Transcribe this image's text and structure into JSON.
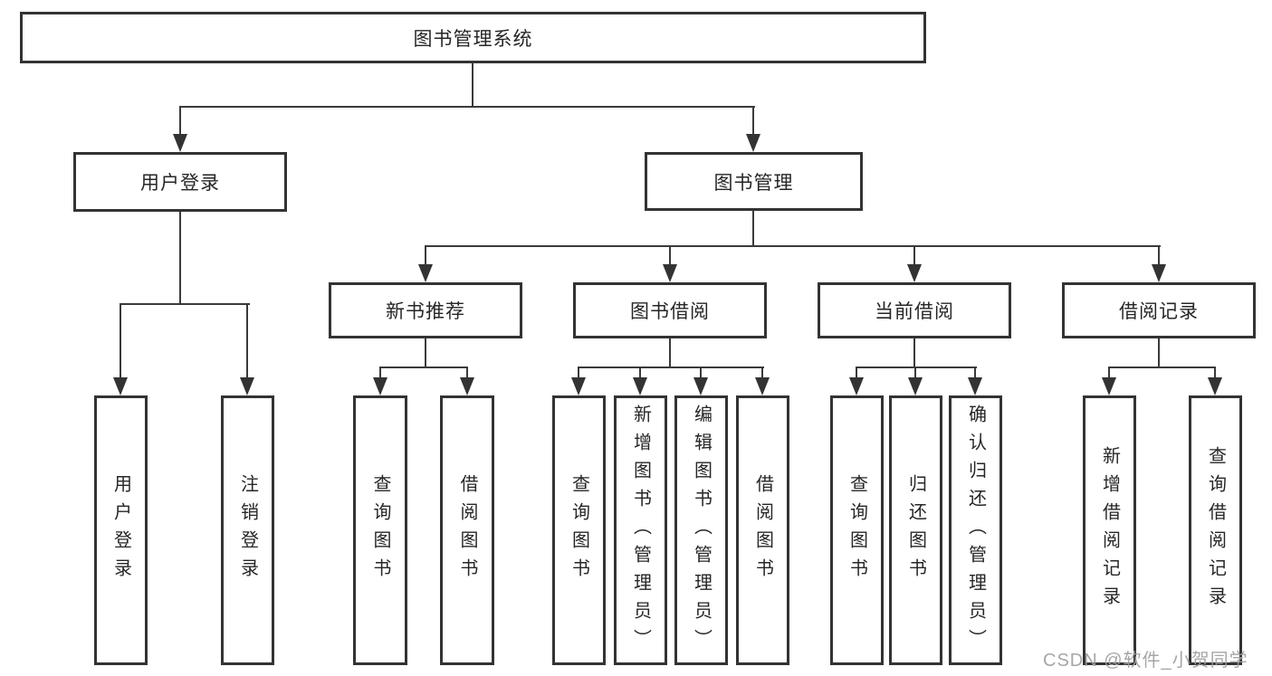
{
  "diagram": {
    "root": {
      "label": "图书管理系统"
    },
    "level2": [
      {
        "label": "用户登录"
      },
      {
        "label": "图书管理"
      }
    ],
    "level3": [
      {
        "label": "新书推荐"
      },
      {
        "label": "图书借阅"
      },
      {
        "label": "当前借阅"
      },
      {
        "label": "借阅记录"
      }
    ],
    "leaves": {
      "user_login": [
        "用户登录",
        "注销登录"
      ],
      "new_books": [
        "查询图书",
        "借阅图书"
      ],
      "book_borrow": [
        "查询图书",
        "新增图书（管理员）",
        "编辑图书（管理员）",
        "借阅图书"
      ],
      "current_borrow": [
        "查询图书",
        "归还图书",
        "确认归还（管理员）"
      ],
      "borrow_records": [
        "新增借阅记录",
        "查询借阅记录"
      ]
    }
  },
  "watermark": "CSDN @软件_小贺同学",
  "colors": {
    "line": "#3a3a3a",
    "border": "#333333",
    "text": "#262626",
    "watermark": "#9e9e9e",
    "background": "#ffffff"
  }
}
